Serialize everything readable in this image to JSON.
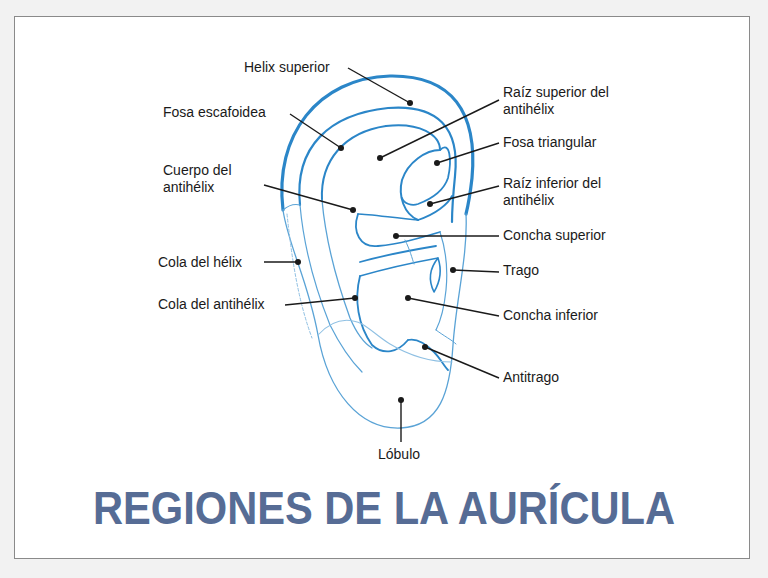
{
  "diagram": {
    "title": "REGIONES DE LA AURÍCULA",
    "labels": [
      "Helix superior",
      "Fosa escafoidea",
      "Cuerpo del antihélix",
      "Cola del hélix",
      "Cola del antihélix",
      "Lóbulo",
      "Raíz superior del antihélix",
      "Fosa triangular",
      "Raíz inferior del antihélix",
      "Concha superior",
      "Trago",
      "Concha inferior",
      "Antitrago"
    ]
  }
}
